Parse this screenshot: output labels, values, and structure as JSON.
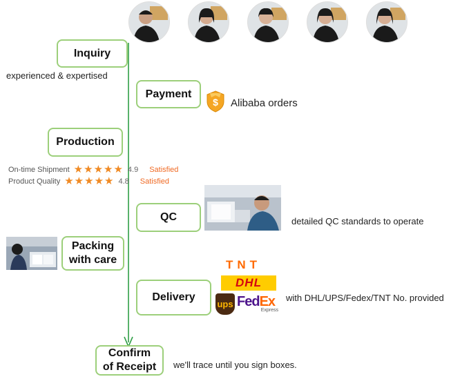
{
  "steps": {
    "inquiry": "Inquiry",
    "payment": "Payment",
    "production": "Production",
    "qc": "QC",
    "packing_line1": "Packing",
    "packing_line2": "with care",
    "delivery": "Delivery",
    "confirm_line1": "Confirm",
    "confirm_line2": "of Receipt"
  },
  "notes": {
    "inquiry": "experienced & expertised",
    "payment": "Alibaba orders",
    "qc": "detailed QC standards to operate",
    "delivery": "with DHL/UPS/Fedex/TNT No. provided",
    "confirm": "we'll trace until you sign boxes."
  },
  "ratings": [
    {
      "label": "On-time Shipment",
      "score": "4.9",
      "status": "Satisfied",
      "stars": 5
    },
    {
      "label": "Product Quality",
      "score": "4.8",
      "status": "Satisfied",
      "stars": 5
    }
  ],
  "logos": {
    "tnt": "TNT",
    "dhl": "DHL",
    "ups": "ups",
    "fedex_fed": "Fed",
    "fedex_ex": "Ex",
    "fedex_sub": "Express",
    "payment_badge": "$"
  },
  "colors": {
    "border": "#9ccf7a",
    "line": "#2e9e46",
    "star": "#f08a24",
    "satisfied": "#f06a24"
  }
}
